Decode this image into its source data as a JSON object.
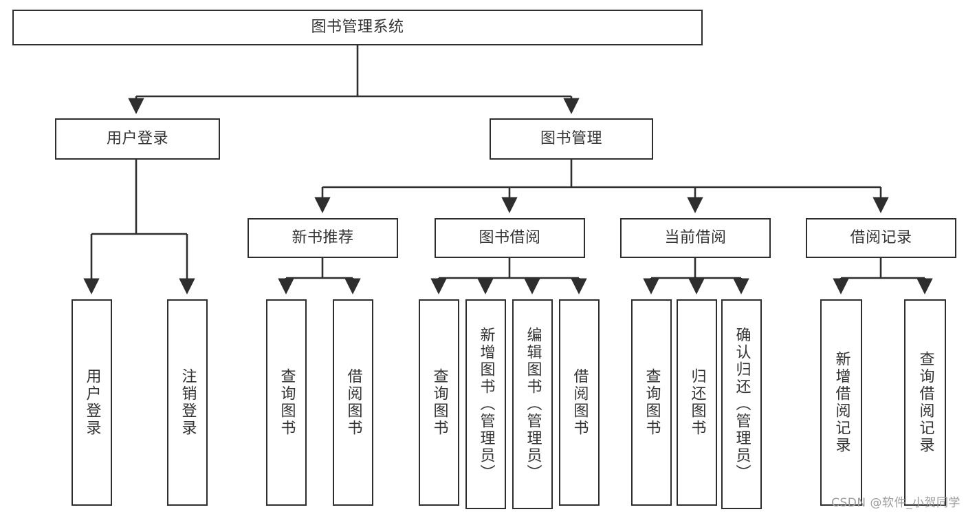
{
  "diagram": {
    "title": "图书管理系统",
    "type": "tree-hierarchy",
    "root": {
      "id": "root",
      "label": "图书管理系统"
    },
    "level2": [
      {
        "id": "user-login",
        "label": "用户登录"
      },
      {
        "id": "book-manage",
        "label": "图书管理"
      }
    ],
    "level3": [
      {
        "id": "new-book-rec",
        "label": "新书推荐",
        "parent": "book-manage"
      },
      {
        "id": "book-borrow",
        "label": "图书借阅",
        "parent": "book-manage"
      },
      {
        "id": "current-borrow",
        "label": "当前借阅",
        "parent": "book-manage"
      },
      {
        "id": "borrow-record",
        "label": "借阅记录",
        "parent": "book-manage"
      }
    ],
    "leaves": {
      "user_login": [
        {
          "id": "leaf-user-login",
          "label": "用户登录"
        },
        {
          "id": "leaf-logout",
          "label": "注销登录"
        }
      ],
      "new_book_rec": [
        {
          "id": "leaf-query-book-1",
          "label": "查询图书"
        },
        {
          "id": "leaf-borrow-book-1",
          "label": "借阅图书"
        }
      ],
      "book_borrow": [
        {
          "id": "leaf-query-book-2",
          "label": "查询图书"
        },
        {
          "id": "leaf-add-book",
          "label": "新增图书（管理员）"
        },
        {
          "id": "leaf-edit-book",
          "label": "编辑图书（管理员）"
        },
        {
          "id": "leaf-borrow-book-2",
          "label": "借阅图书"
        }
      ],
      "current_borrow": [
        {
          "id": "leaf-query-book-3",
          "label": "查询图书"
        },
        {
          "id": "leaf-return-book",
          "label": "归还图书"
        },
        {
          "id": "leaf-confirm-return",
          "label": "确认归还（管理员）"
        }
      ],
      "borrow_record": [
        {
          "id": "leaf-add-record",
          "label": "新增借阅记录"
        },
        {
          "id": "leaf-query-record",
          "label": "查询借阅记录"
        }
      ]
    }
  },
  "watermark": {
    "text": "CSDN @软件_小贺同学"
  },
  "colors": {
    "stroke": "#2e2e2e",
    "background": "#ffffff",
    "text": "#333333",
    "watermark": "#9d9d9d"
  }
}
